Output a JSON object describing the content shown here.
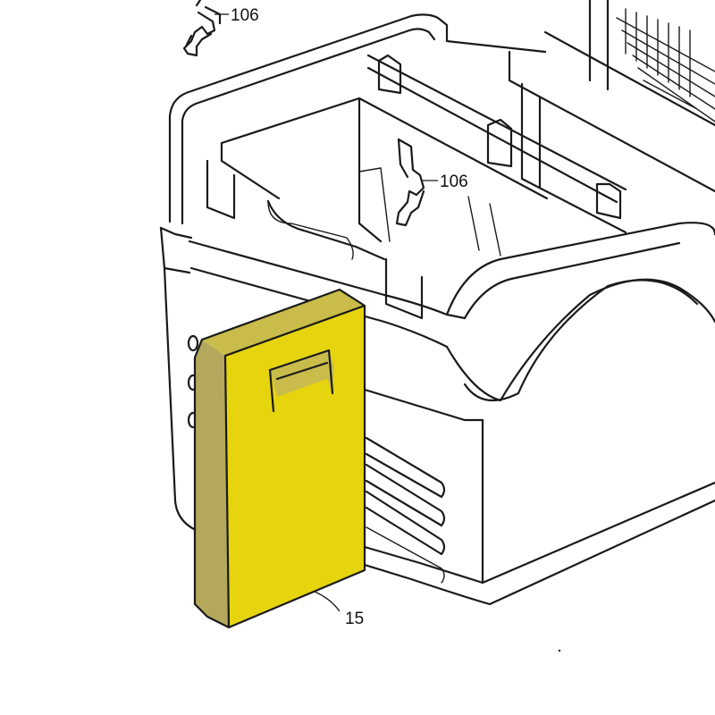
{
  "callouts": [
    {
      "id": "top",
      "label": "106"
    },
    {
      "id": "mid",
      "label": "106"
    },
    {
      "id": "part",
      "label": "15"
    }
  ],
  "colors": {
    "part_front": "#e6d50e",
    "part_side": "#b3a85c",
    "part_top": "#c9bc4a",
    "line": "#1a1a1a",
    "background": "#ffffff"
  }
}
